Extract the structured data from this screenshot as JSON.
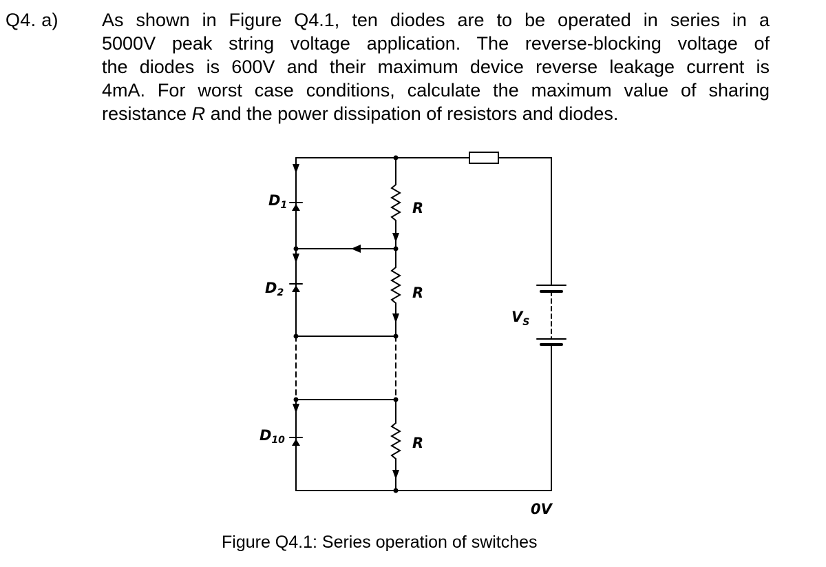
{
  "question": {
    "label": "Q4.  a)",
    "lines": [
      "As shown in Figure Q4.1, ten diodes are to be operated in series in a",
      "5000V peak string voltage application. The reverse-blocking voltage of",
      "the diodes is 600V and their maximum device reverse leakage current is",
      "4mA. For worst case conditions, calculate the maximum value of sharing"
    ],
    "last_line_before": "resistance ",
    "last_line_var": "R",
    "last_line_after": " and the power dissipation of resistors and diodes."
  },
  "figure": {
    "diode_labels": [
      {
        "main": "D",
        "sub": "1"
      },
      {
        "main": "D",
        "sub": "2"
      },
      {
        "main": "D",
        "sub": "10"
      }
    ],
    "resistor_label": "R",
    "source_label": {
      "main": "V",
      "sub": "S"
    },
    "ground_label": "0V",
    "caption": "Figure Q4.1: Series operation of switches"
  }
}
